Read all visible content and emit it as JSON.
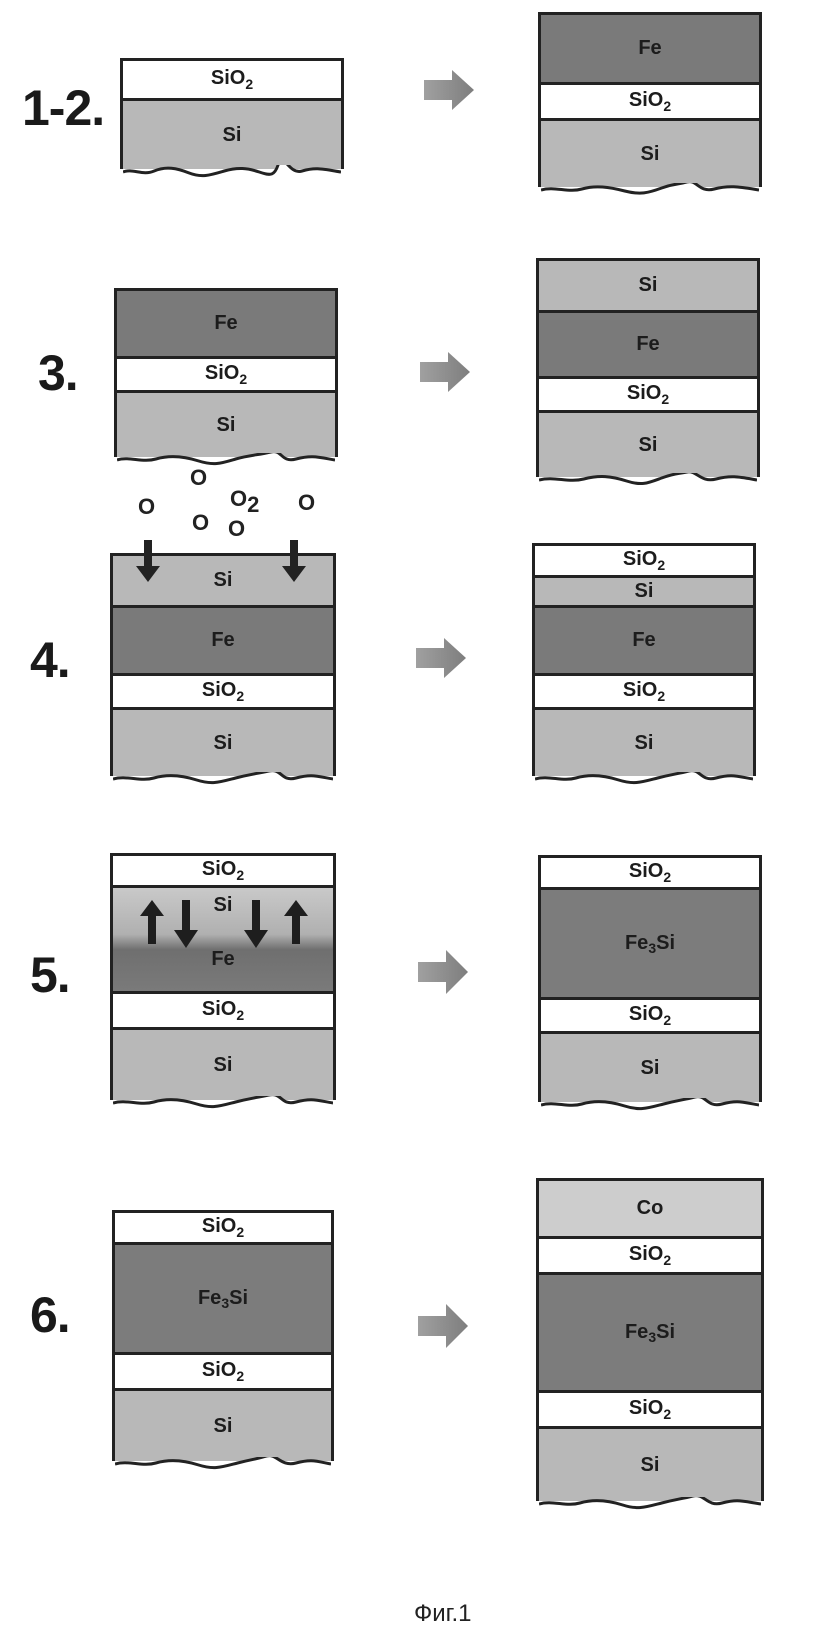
{
  "steps": [
    {
      "label": "1-2."
    },
    {
      "label": "3."
    },
    {
      "label": "4."
    },
    {
      "label": "5."
    },
    {
      "label": "6."
    }
  ],
  "layers": {
    "sio2": "SiO",
    "sio2_sub": "2",
    "si": "Si",
    "fe": "Fe",
    "fe3si_main": "Fe",
    "fe3si_sub": "3",
    "fe3si_tail": "Si",
    "co": "Co"
  },
  "oxygen": {
    "o": "O",
    "o2": "O",
    "o2_sub": "2"
  },
  "caption": "Фиг.1",
  "colors": {
    "si": "#b8b8b8",
    "fe": "#7a7a7a",
    "sio2": "#ffffff",
    "co": "#cdcdcd",
    "arrow": "#8c8c8c"
  }
}
